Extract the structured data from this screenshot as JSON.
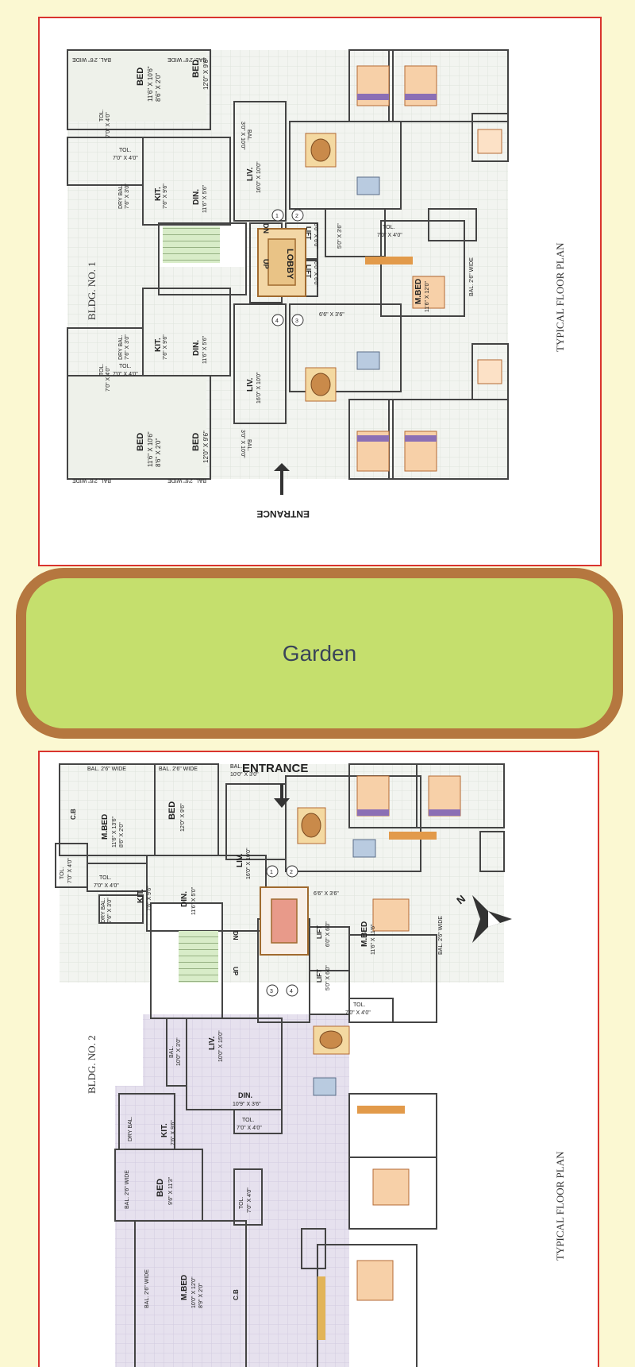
{
  "garden": {
    "label": "Garden"
  },
  "bldg1": {
    "title": "BLDG. NO. 1",
    "plan_label": "TYPICAL FLOOR PLAN",
    "entrance": "ENTRANCE",
    "lobby": "LOBBY",
    "stair_up": "UP",
    "stair_dn": "DN",
    "lift_names": [
      "LIFT",
      "LIFT"
    ],
    "lift_dims": [
      "6'0\" X 6'0\"",
      "6'0\" X 6'0\""
    ],
    "bal_wide": [
      "BAL. 2'6\" WIDE",
      "BAL. 2'6\" WIDE",
      "BAL. 2'6\" WIDE",
      "BAL. 2'6\" WIDE",
      "BAL. 2'6\" WIDE"
    ],
    "bal_top": {
      "name": "BAL.",
      "dim": "3'0\" X 10'0\""
    },
    "bal_bottom": {
      "name": "BAL.",
      "dim": "3'0\" X 10'0\""
    },
    "bed1": {
      "name": "BED",
      "dim1": "11'6\" X 10'6\"",
      "dim2": "8'6\" X 2'0\""
    },
    "bed2": {
      "name": "BED",
      "dim1": "12'0\" X 9'6\""
    },
    "bed3": {
      "name": "BED",
      "dim1": "11'6\" X 10'6\"",
      "dim2": "8'6\" X 2'0\""
    },
    "bed4": {
      "name": "BED",
      "dim1": "12'0\" X 9'6\""
    },
    "tol_a": {
      "name": "TOL.",
      "dim": "7'0\" X 4'0\""
    },
    "tol_b": {
      "name": "TOL.",
      "dim": "7'0\" X 4'0\""
    },
    "tol_c": {
      "name": "TOL.",
      "dim": "7'0\" X 4'0\""
    },
    "tol_d": {
      "name": "TOL.",
      "dim": "7'0\" X 4'0\""
    },
    "tol_e": {
      "name": "TOL.",
      "dim": "7'0\" X 4'0\""
    },
    "dry_a": {
      "name": "DRY BAL.",
      "dim": "7'6\" X 3'0\""
    },
    "dry_b": {
      "name": "DRY BAL.",
      "dim": "7'6\" X 3'0\""
    },
    "kit_a": {
      "name": "KIT.",
      "dim": "7'6\" X 9'6\""
    },
    "kit_b": {
      "name": "KIT.",
      "dim": "7'6\" X 9'6\""
    },
    "din_a": {
      "name": "DIN.",
      "dim": "11'6\" X 5'6\""
    },
    "din_b": {
      "name": "DIN.",
      "dim": "11'6\" X 5'6\""
    },
    "liv_a": {
      "name": "LIV.",
      "dim": "16'0\" X 10'0\""
    },
    "liv_b": {
      "name": "LIV.",
      "dim": "16'0\" X 10'0\""
    },
    "mbed": {
      "name": "M.BED",
      "dim": "11'6\" X 12'0\""
    },
    "passage": "6'6\" X 3'6\"",
    "passage_b": "5'0\" X 3'6\"",
    "doors": [
      "1",
      "2",
      "3",
      "4"
    ]
  },
  "bldg2": {
    "title": "BLDG. NO. 2",
    "plan_label": "TYPICAL FLOOR PLAN",
    "entrance": "ENTRANCE",
    "north": "N",
    "stair_up": "UP",
    "stair_dn": "DN",
    "lift_names": [
      "LIFT",
      "LIFT"
    ],
    "lift_dims": [
      "6'0\" X 6'0\"",
      "5'0\" X 6'0\""
    ],
    "bal_wide": [
      "BAL. 2'6\" WIDE",
      "BAL. 2'6\" WIDE",
      "BAL. 2'6\" WIDE",
      "BAL. 2'6\" WIDE",
      "BAL. 2'6\" WIDE"
    ],
    "cb": [
      "C.B",
      "C.B"
    ],
    "mbed_top": {
      "name": "M.BED",
      "dim1": "11'6\" X 13'6\"",
      "dim2": "8'6\" X 2'0\""
    },
    "bed_top": {
      "name": "BED",
      "dim1": "12'0\" X 9'6\""
    },
    "bal_top": {
      "name": "BAL.",
      "dim": "10'0\" X 3'0\""
    },
    "tol_a": {
      "name": "TOL.",
      "dim": "7'0\" X 4'0\""
    },
    "tol_b": {
      "name": "TOL.",
      "dim": "7'0\" X 4'0\""
    },
    "dry_top": {
      "name": "DRY BAL.",
      "dim": "7'6\" X 3'0\""
    },
    "kit_top": {
      "name": "KIT.",
      "dim": "7'6\" X 9'6\""
    },
    "din_top": {
      "name": "DIN.",
      "dim": "11'6\" X 5'0\""
    },
    "liv_top": {
      "name": "LIV.",
      "dim": "16'0\" X 10'0\""
    },
    "passage": "6'6\" X 3'6\"",
    "mbed_right": {
      "name": "M.BED",
      "dim": "11'6\" X 11'6\""
    },
    "tol_right": {
      "name": "TOL.",
      "dim": "7'0\" X 4'0\""
    },
    "bal_left": {
      "name": "BAL.",
      "dim": "10'0\" X 3'0\""
    },
    "liv_bottom": {
      "name": "LIV.",
      "dim": "10'0\" X 15'0\""
    },
    "din_bottom": {
      "name": "DIN.",
      "dim": "10'9\" X 3'6\""
    },
    "dry_bottom": {
      "name": "DRY BAL."
    },
    "kit_bottom": {
      "name": "KIT.",
      "dim": "7'6\" X 9'6\""
    },
    "tol_bottom": {
      "name": "TOL.",
      "dim": "7'0\" X 4'0\""
    },
    "bed_bottom": {
      "name": "BED",
      "dim": "9'6\" X 11'3\""
    },
    "tol_bottom2": {
      "name": "TOL.",
      "dim": "7'0\" X 4'0\""
    },
    "mbed_bottom": {
      "name": "M.BED",
      "dim1": "10'0\" X 12'0\"",
      "dim2": "8'9\" X 2'0\""
    },
    "doors": [
      "1",
      "2",
      "3",
      "4"
    ]
  }
}
